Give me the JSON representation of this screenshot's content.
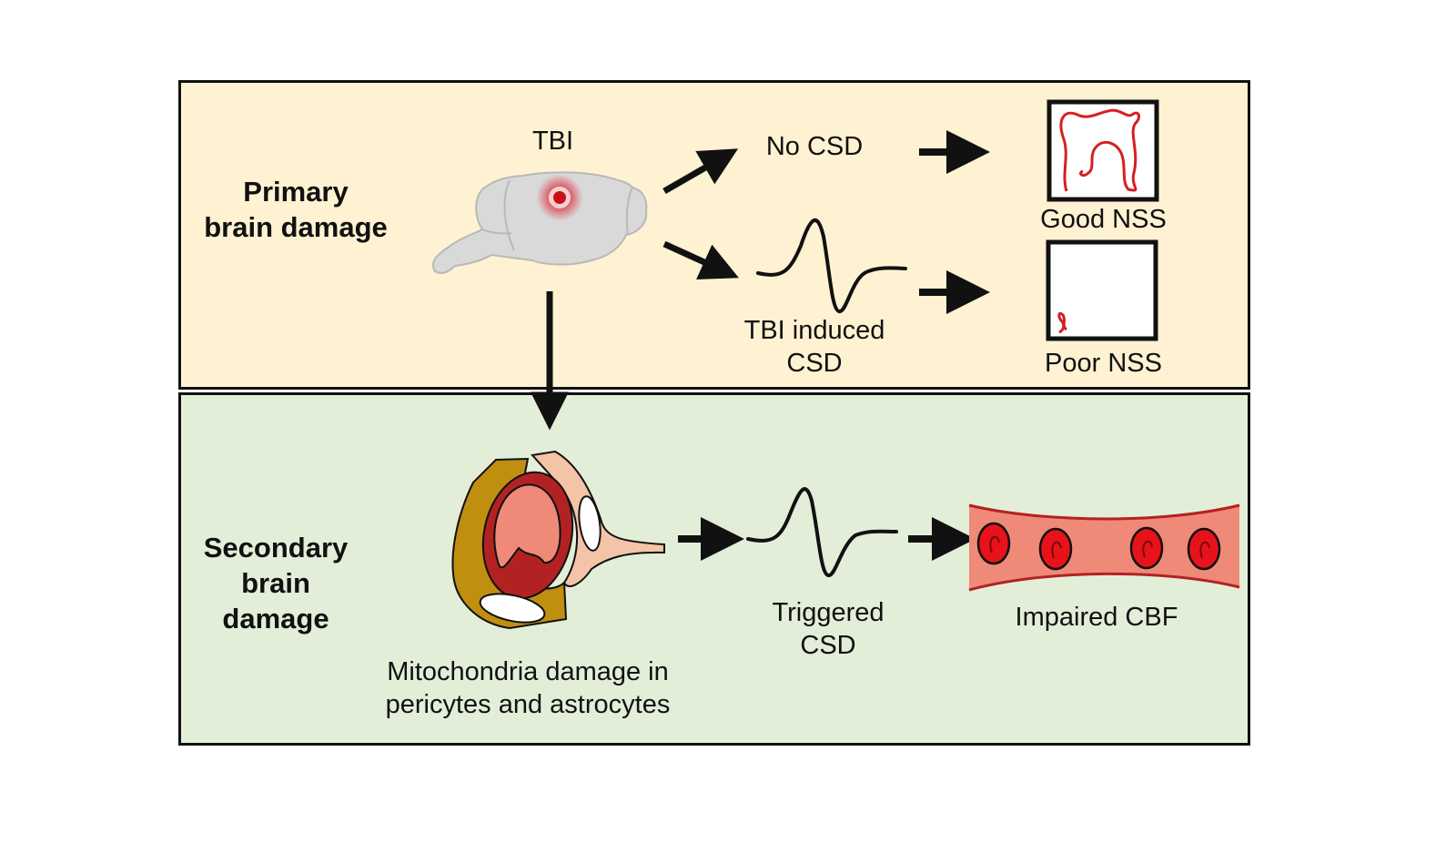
{
  "panels": {
    "primary": {
      "title_line1": "Primary",
      "title_line2": "brain damage",
      "background": "#fef2d2",
      "injury_label": "TBI",
      "branch_no_csd": "No CSD",
      "branch_csd_line1": "TBI induced",
      "branch_csd_line2": "CSD",
      "outcome_good": "Good NSS",
      "outcome_poor": "Poor NSS"
    },
    "secondary": {
      "title_line1": "Secondary",
      "title_line2": "brain",
      "title_line3": "damage",
      "background": "#e3eed9",
      "cell_caption_line1": "Mitochondria damage in",
      "cell_caption_line2": "pericytes and astrocytes",
      "csd_line1": "Triggered",
      "csd_line2": "CSD",
      "vessel_label": "Impaired CBF"
    }
  },
  "colors": {
    "trace": "#d42020",
    "lesion": "#c8101a",
    "brain": "#d9d9d9",
    "astrocyte": "#c08f10",
    "pericyte": "#f4c4a8",
    "vessel_wall": "#b32222",
    "lumen": "#ef8a78",
    "rbc": "#e8121a"
  }
}
